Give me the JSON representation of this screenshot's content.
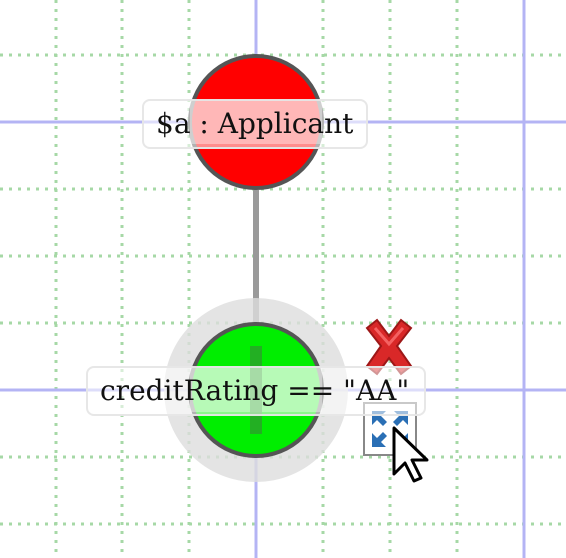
{
  "diagram": {
    "nodes": [
      {
        "id": "applicant",
        "label": "$a : Applicant",
        "fill": "#ff0000"
      },
      {
        "id": "credit-rating",
        "label": "creditRating == \"AA\"",
        "fill": "#00ee00",
        "selected": true
      }
    ],
    "edges": [
      {
        "from": "applicant",
        "to": "credit-rating",
        "color": "#999999"
      }
    ],
    "grid": {
      "major_color": "#a8a8f0",
      "minor_color": "#9fd49f",
      "minor_style": "dotted"
    },
    "tools": {
      "delete_icon": "red-x-icon",
      "resize_icon": "expand-arrows-icon",
      "cursor_icon": "arrow-cursor-icon"
    },
    "colors": {
      "selection_halo": "#d9d9d9",
      "delete": "#cc2222",
      "resize_arrows": "#2a6fb5"
    }
  }
}
